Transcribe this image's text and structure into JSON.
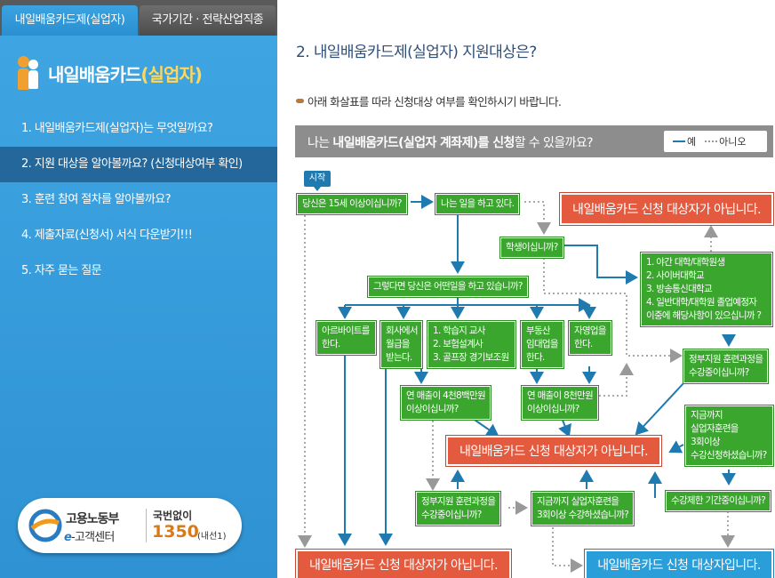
{
  "tabs": {
    "active": "내일배움카드제(실업자)",
    "inactive": "국가기간 · 전략산업직종"
  },
  "sidebar": {
    "title_main": "내일배움카드",
    "title_accent": "(실업자)",
    "items": [
      {
        "label": "1. 내일배움카드제(실업자)는 무엇일까요?"
      },
      {
        "label": "2. 지원 대상을 알아볼까요? (신청대상여부 확인)"
      },
      {
        "label": "3. 훈련 참여 절차를 알아볼까요?"
      },
      {
        "label": "4. 제출자료(신청서) 서식 다운받기!!!"
      },
      {
        "label": "5. 자주 묻는 질문"
      }
    ],
    "active_index": 1,
    "contact": {
      "org": "고용노동부",
      "center_prefix": "e",
      "center": "-고객센터",
      "free_call": "국번없이",
      "number": "1350",
      "ext": "(내선1)"
    }
  },
  "main": {
    "title": "2. 내일배움카드제(실업자) 지원대상은?",
    "instruction": "아래 화살표를 따라 신청대상 여부를 확인하시기 바랍니다.",
    "banner": {
      "pre": "나는 ",
      "bold": "내일배움카드(실업자 계좌제)를 신청",
      "post": "할 수 있을까요?",
      "legend_yes": "예",
      "legend_no": "아니오"
    },
    "flow": {
      "start": "시작",
      "q_age": "당신은 15세 이상이십니까?",
      "working": "나는 일을 하고 있다.",
      "student": "학생이십니까?",
      "what_work": "그렇다면 당신은 어떤일을 하고 있습니까?",
      "part_time": [
        "아르바이트를",
        "한다."
      ],
      "salary": [
        "회사에서",
        "월급을",
        "받는다."
      ],
      "special": [
        "1. 학습지 교사",
        "2. 보험설계사",
        "3. 골프장 경기보조원"
      ],
      "realestate": [
        "부동산",
        "임대업을",
        "한다."
      ],
      "selfemp": [
        "자영업을",
        "한다."
      ],
      "sales48": [
        "연 매출이 4천8백만원",
        "이상이십니까?"
      ],
      "sales80": [
        "연 매출이 8천만원",
        "이상이십니까?"
      ],
      "school_list": [
        "1. 야간 대학/대학원생",
        "2. 사이버대학교",
        "3. 방송통신대학교",
        "4. 일반대학/대학원 졸업예정자",
        "이중에 해당사항이 있으십니까 ?"
      ],
      "gov_training_r": [
        "정부지원 훈련과정을",
        "수강중이십니까?"
      ],
      "three_times": [
        "지금까지",
        "실업자훈련을",
        "3회이상",
        "수강신청하셨습니까?"
      ],
      "gov_training_b": [
        "정부지원 훈련과정을",
        "수강중이십니까?"
      ],
      "so_far": [
        "지금까지 실업자훈련을",
        "3회이상 수강하셨습니까?"
      ],
      "restricted": "수강제한 기간중이십니까?",
      "not_target_1": "내일배움카드 신청 대상자가 아닙니다.",
      "not_target_2": "내일배움카드 신청 대상자가 아닙니다.",
      "not_target_3": "내일배움카드 신청 대상자가 아닙니다.",
      "is_target": "내일배움카드 신청 대상자입니다."
    }
  },
  "colors": {
    "sidebar": "#3ea5e2",
    "active_menu": "#23679b",
    "flow_green": "#3aa62e",
    "flow_red": "#e45a3f",
    "flow_blue": "#2a9ed8",
    "yes_arrow": "#1f7ab0",
    "no_arrow": "#999999"
  },
  "icons": [
    "person-icon",
    "customer-center-logo-icon",
    "bullet-icon"
  ]
}
